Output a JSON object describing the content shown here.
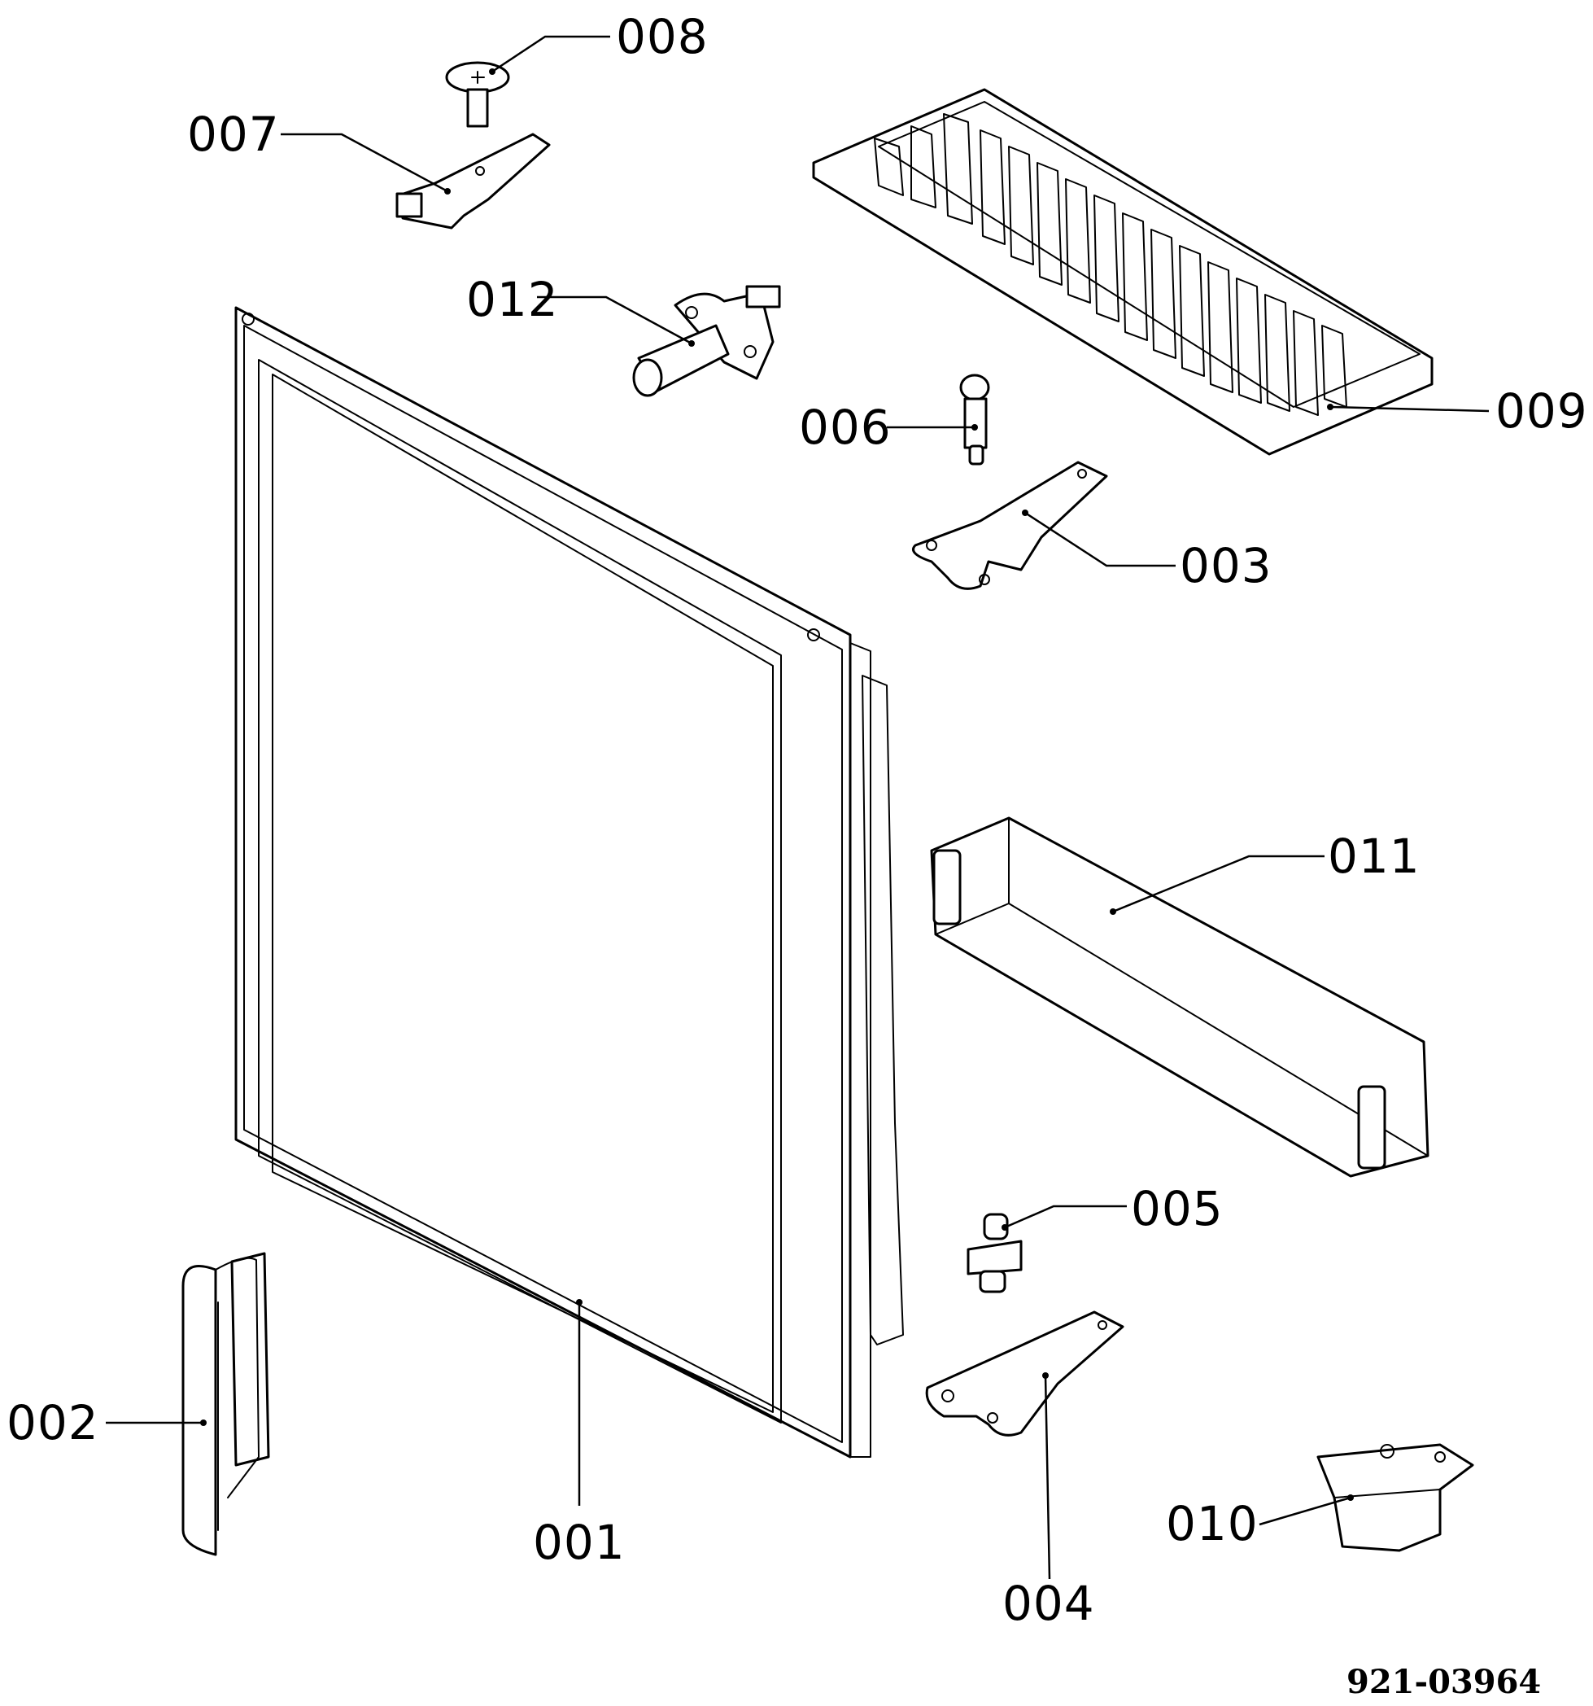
{
  "labels": {
    "p001": "001",
    "p002": "002",
    "p003": "003",
    "p004": "004",
    "p005": "005",
    "p006": "006",
    "p007": "007",
    "p008": "008",
    "p009": "009",
    "p010": "010",
    "p011": "011",
    "p012": "012"
  },
  "document_number": "921-03964"
}
